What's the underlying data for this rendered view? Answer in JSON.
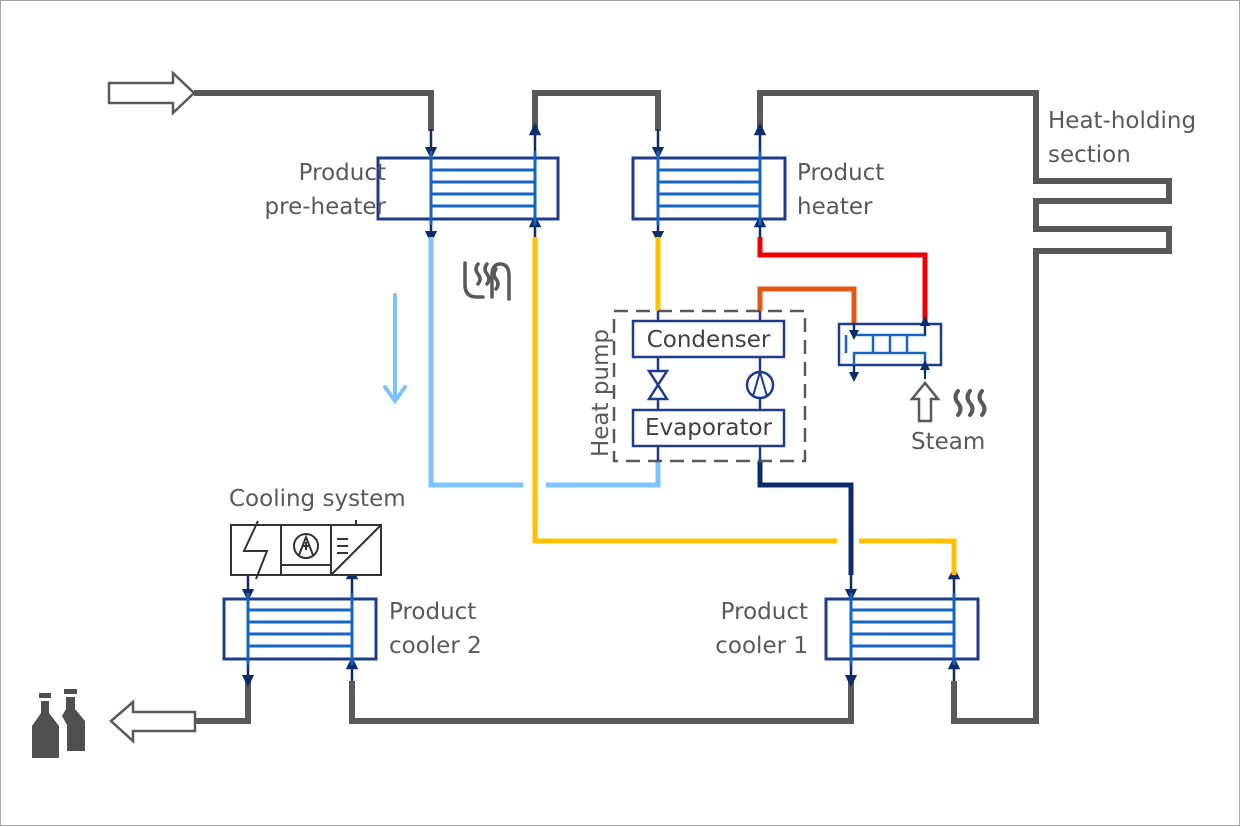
{
  "colors": {
    "product_line": "#595959",
    "hx_frame": "#1f3c88",
    "hx_plate": "#1565c0",
    "arrow_head": "#0d2c6b",
    "cold_water": "#7dc3ff",
    "warm_water": "#ffc000",
    "hot_refrigerant": "#e05a14",
    "hot_water": "#ee0000",
    "cold_refrigerant": "#0d2c6b"
  },
  "labels": {
    "product_preheater": [
      "Product",
      "pre-heater"
    ],
    "product_heater": [
      "Product",
      "heater"
    ],
    "heat_holding": [
      "Heat-holding",
      "section"
    ],
    "heat_pump": "Heat pump",
    "condenser": "Condenser",
    "evaporator": "Evaporator",
    "steam": "Steam",
    "cooling_system": "Cooling system",
    "product_cooler_2": [
      "Product",
      "cooler 2"
    ],
    "product_cooler_1": [
      "Product",
      "cooler 1"
    ]
  },
  "icons": {
    "inlet": "hollow-arrow-right",
    "outlet": "hollow-arrow-left",
    "bottles": "bottles-icon",
    "heat_recovery": "heat-recovery-icon",
    "steam": "steam-waves-icon",
    "flow_direction": "arrow-down",
    "expansion_valve": "valve-icon",
    "compressor": "compressor-icon",
    "cooling_units": [
      "electric-heater-icon",
      "fan-icon",
      "cooling-tower-icon"
    ]
  }
}
